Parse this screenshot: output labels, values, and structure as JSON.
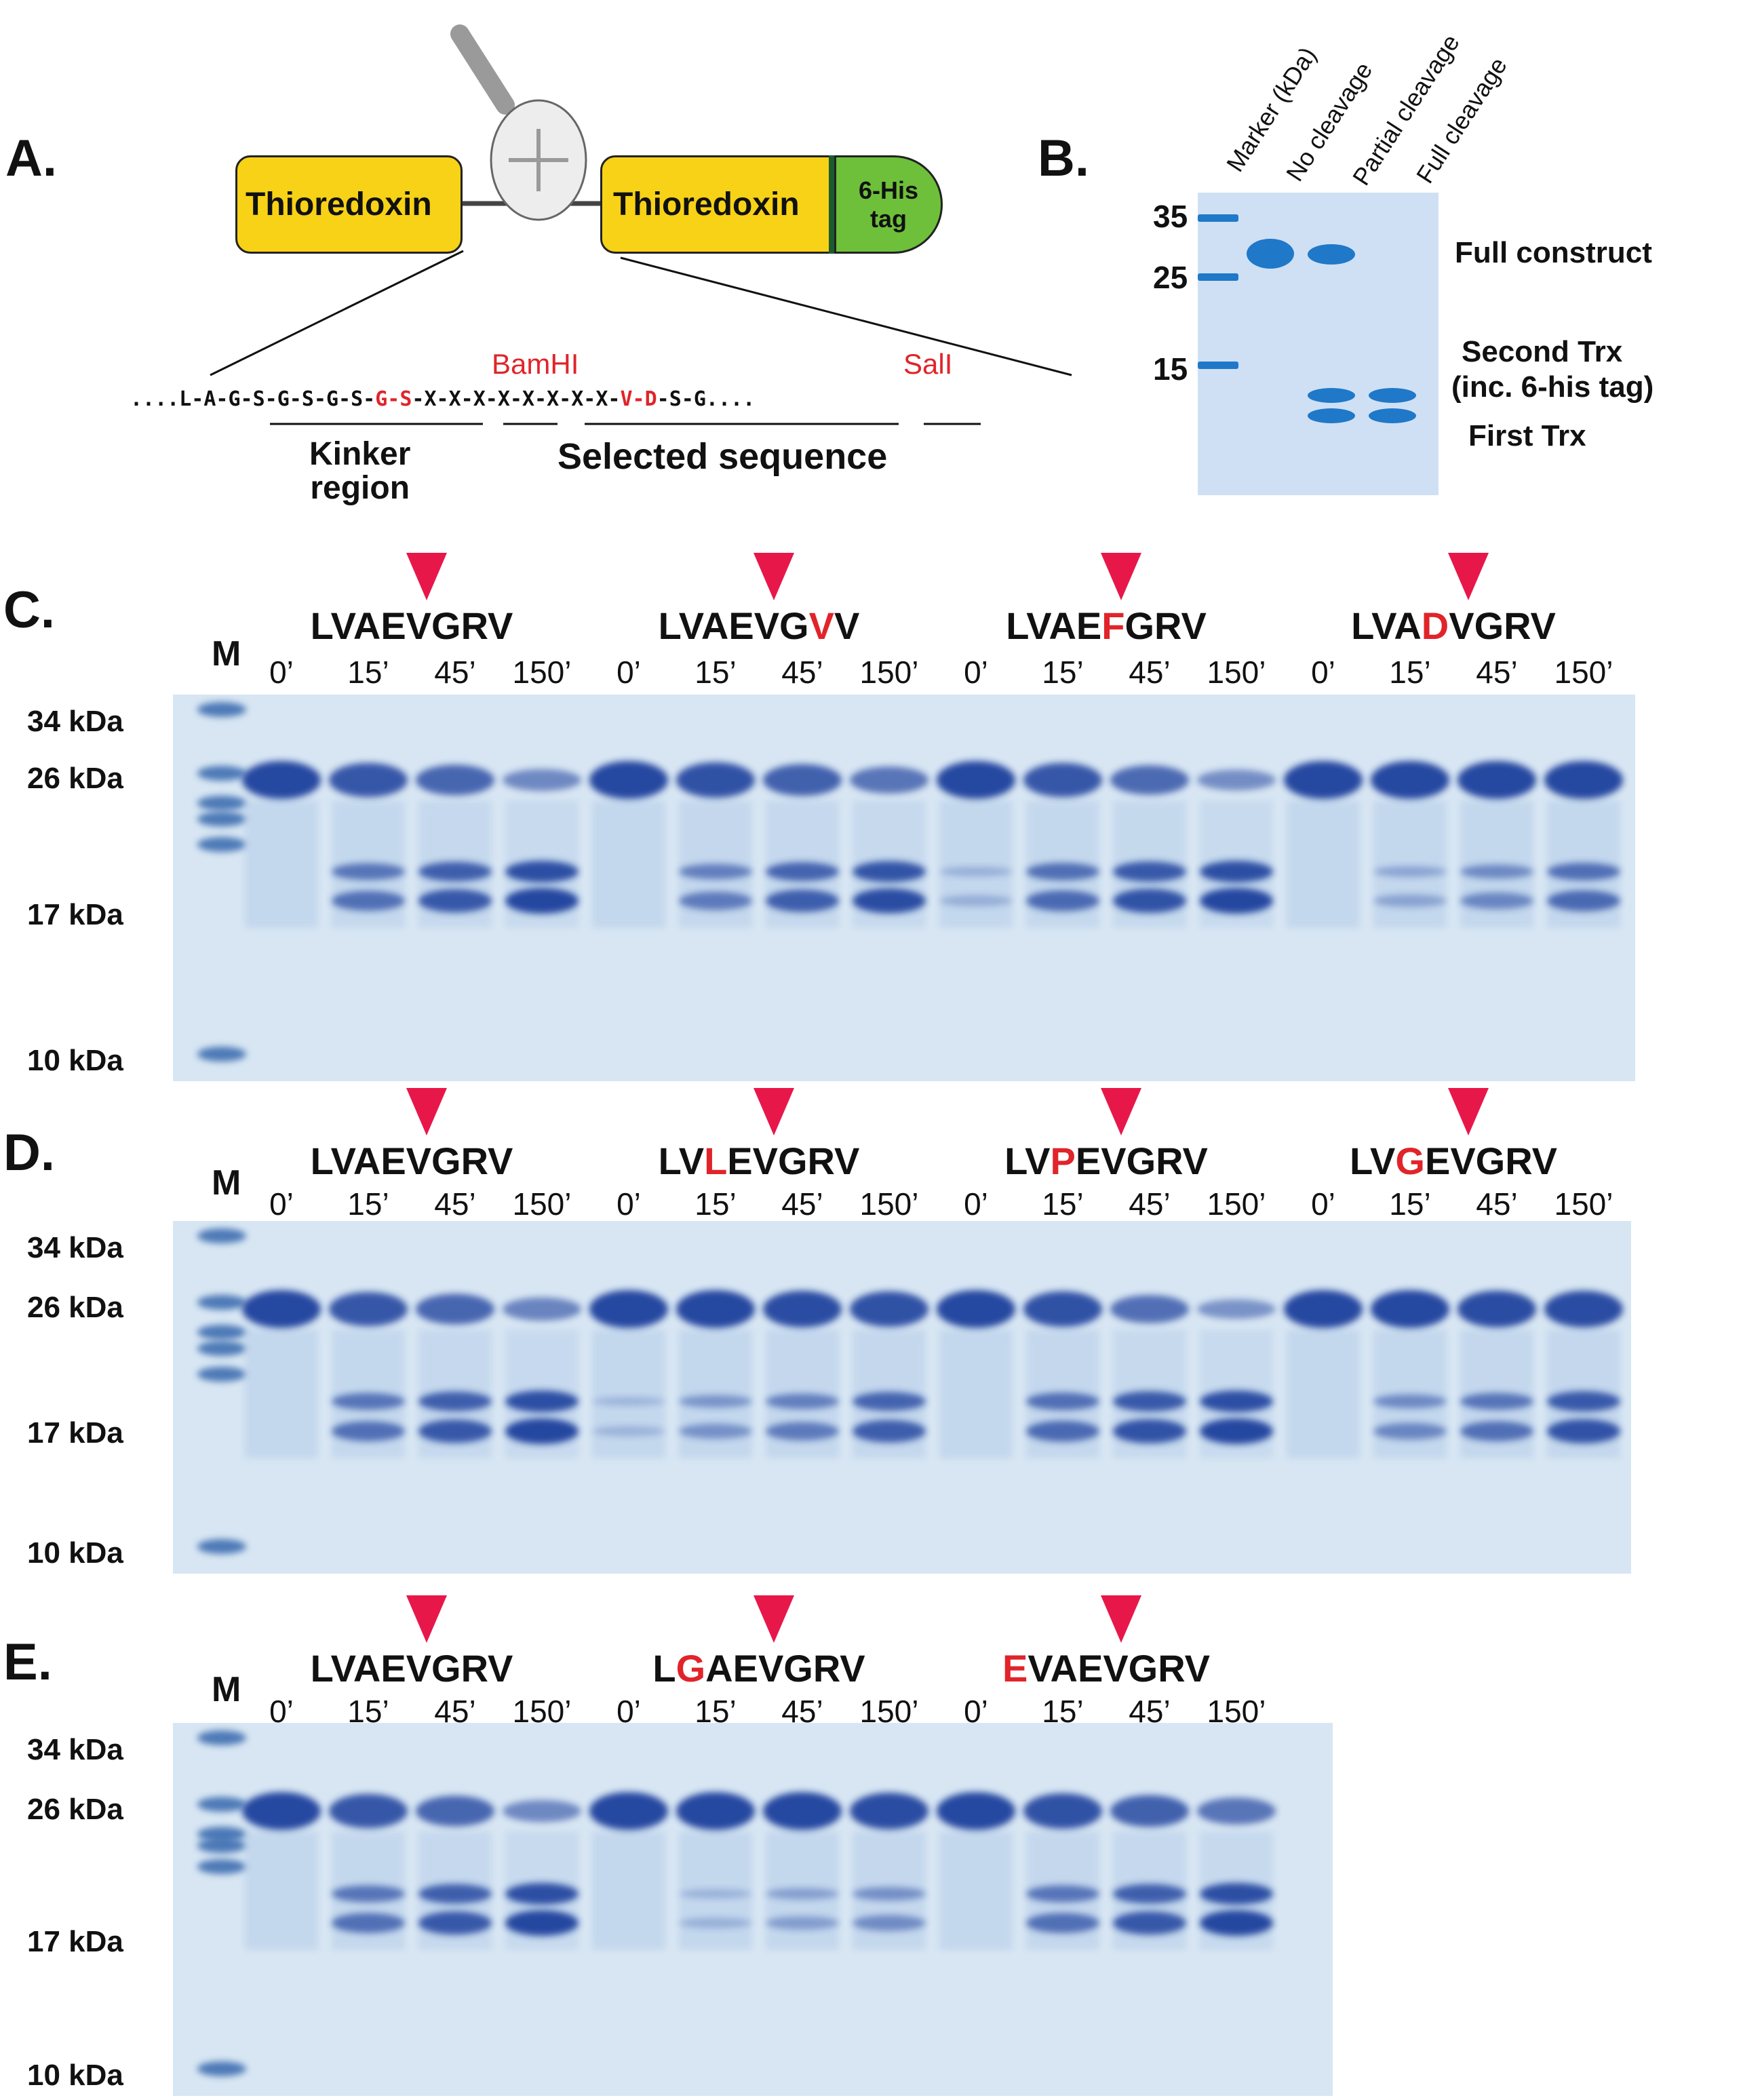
{
  "panelA": {
    "letter": "A.",
    "box1": "Thioredoxin",
    "box2": "Thioredoxin",
    "tag_line1": "6-His",
    "tag_line2": "tag",
    "bamhi": "BamHI",
    "sali": "SalI",
    "seq_pre": "....L-A-G-S-G-S-G-S-",
    "seq_gs": "G-S",
    "seq_mid": "-X-X-X-X-X-X-X-X-",
    "seq_vd": "V-D",
    "seq_post": "-S-G....",
    "kinker_1": "Kinker",
    "kinker_2": "region",
    "selected": "Selected sequence"
  },
  "panelB": {
    "letter": "B.",
    "lanes": [
      "Marker (kDa)",
      "No cleavage",
      "Partial cleavage",
      "Full cleavage"
    ],
    "markers": [
      "35",
      "25",
      "15"
    ],
    "full_construct": "Full construct",
    "second_trx_1": "Second Trx",
    "second_trx_2": "(inc. 6-his tag)",
    "first_trx": "First Trx"
  },
  "gels": [
    {
      "letter": "C.",
      "marker": "M",
      "mw": [
        "34 kDa",
        "26 kDa",
        "17 kDa",
        "10 kDa"
      ],
      "groups": [
        {
          "parts": [
            [
              "LVAEVGRV",
              false
            ]
          ],
          "band26": [
            1.0,
            0.85,
            0.7,
            0.35
          ],
          "cleaved": [
            0.0,
            0.65,
            0.85,
            1.0
          ]
        },
        {
          "parts": [
            [
              "LVAEVG",
              false
            ],
            [
              "V",
              true
            ],
            [
              "V",
              false
            ]
          ],
          "band26": [
            1.0,
            0.9,
            0.75,
            0.55
          ],
          "cleaved": [
            0.0,
            0.55,
            0.8,
            0.95
          ]
        },
        {
          "parts": [
            [
              "LVAE",
              false
            ],
            [
              "F",
              true
            ],
            [
              "GRV",
              false
            ]
          ],
          "band26": [
            1.0,
            0.85,
            0.65,
            0.3
          ],
          "cleaved": [
            0.1,
            0.7,
            0.9,
            1.0
          ]
        },
        {
          "parts": [
            [
              "LVA",
              false
            ],
            [
              "D",
              true
            ],
            [
              "VGRV",
              false
            ]
          ],
          "band26": [
            1.0,
            1.0,
            1.0,
            1.0
          ],
          "cleaved": [
            0.0,
            0.2,
            0.45,
            0.7
          ]
        }
      ],
      "times": [
        "0’",
        "15’",
        "45’",
        "150’"
      ]
    },
    {
      "letter": "D.",
      "marker": "M",
      "mw": [
        "34 kDa",
        "26 kDa",
        "17 kDa",
        "10 kDa"
      ],
      "groups": [
        {
          "parts": [
            [
              "LVAEVGRV",
              false
            ]
          ],
          "band26": [
            1.0,
            0.85,
            0.7,
            0.4
          ],
          "cleaved": [
            0.0,
            0.65,
            0.85,
            1.0
          ]
        },
        {
          "parts": [
            [
              "LV",
              false
            ],
            [
              "L",
              true
            ],
            [
              "EVGRV",
              false
            ]
          ],
          "band26": [
            1.0,
            1.0,
            0.95,
            0.9
          ],
          "cleaved": [
            0.05,
            0.35,
            0.55,
            0.8
          ]
        },
        {
          "parts": [
            [
              "LV",
              false
            ],
            [
              "P",
              true
            ],
            [
              "EVGRV",
              false
            ]
          ],
          "band26": [
            1.0,
            0.9,
            0.6,
            0.25
          ],
          "cleaved": [
            0.0,
            0.7,
            0.9,
            1.0
          ]
        },
        {
          "parts": [
            [
              "LV",
              false
            ],
            [
              "G",
              true
            ],
            [
              "EVGRV",
              false
            ]
          ],
          "band26": [
            1.0,
            1.0,
            0.95,
            0.95
          ],
          "cleaved": [
            0.0,
            0.45,
            0.65,
            0.9
          ]
        }
      ],
      "times": [
        "0’",
        "15’",
        "45’",
        "150’"
      ]
    },
    {
      "letter": "E.",
      "marker": "M",
      "mw": [
        "34 kDa",
        "26 kDa",
        "17 kDa",
        "10 kDa"
      ],
      "groups": [
        {
          "parts": [
            [
              "LVAEVGRV",
              false
            ]
          ],
          "band26": [
            1.0,
            0.85,
            0.7,
            0.35
          ],
          "cleaved": [
            0.0,
            0.65,
            0.85,
            1.0
          ]
        },
        {
          "parts": [
            [
              "L",
              false
            ],
            [
              "G",
              true
            ],
            [
              "AEVGRV",
              false
            ]
          ],
          "band26": [
            1.0,
            1.0,
            1.0,
            0.95
          ],
          "cleaved": [
            0.0,
            0.08,
            0.25,
            0.4
          ]
        },
        {
          "parts": [
            [
              "E",
              true
            ],
            [
              "VAEVGRV",
              false
            ]
          ],
          "band26": [
            1.0,
            0.9,
            0.75,
            0.55
          ],
          "cleaved": [
            0.0,
            0.65,
            0.85,
            1.0
          ]
        }
      ],
      "times": [
        "0’",
        "15’",
        "45’",
        "150’"
      ]
    }
  ]
}
